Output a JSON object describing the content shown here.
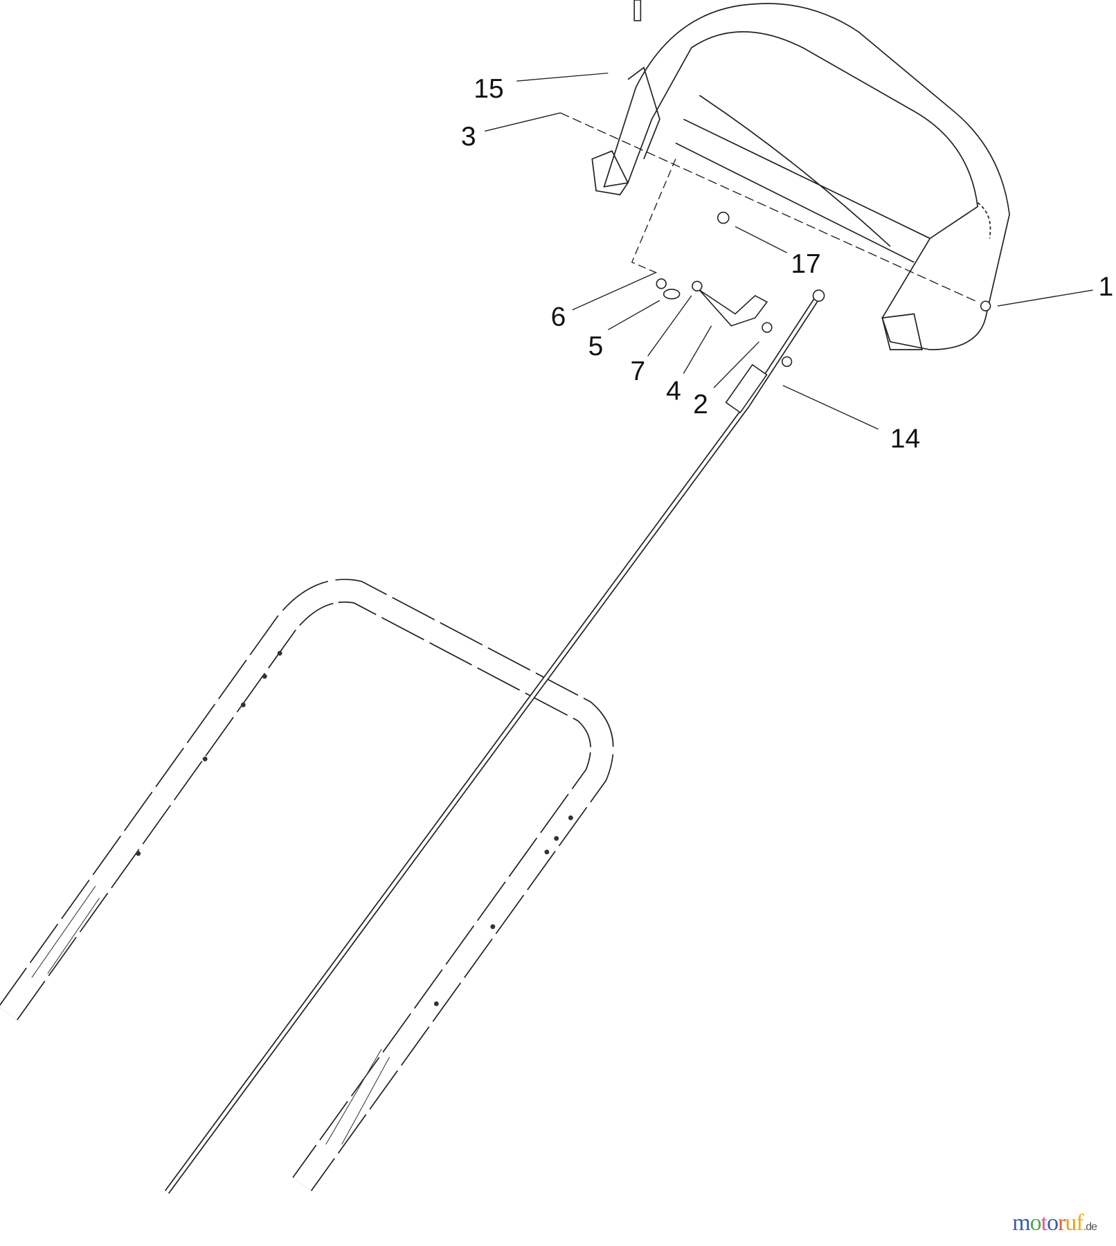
{
  "diagram": {
    "callouts": [
      {
        "id": "15",
        "label": "15"
      },
      {
        "id": "3",
        "label": "3"
      },
      {
        "id": "17",
        "label": "17"
      },
      {
        "id": "1",
        "label": "1"
      },
      {
        "id": "6",
        "label": "6"
      },
      {
        "id": "5",
        "label": "5"
      },
      {
        "id": "7",
        "label": "7"
      },
      {
        "id": "4",
        "label": "4"
      },
      {
        "id": "2",
        "label": "2"
      },
      {
        "id": "14",
        "label": "14"
      }
    ]
  },
  "watermark": {
    "letters": [
      "m",
      "o",
      "t",
      "o",
      "r",
      "u",
      "f"
    ],
    "colors": [
      "#3a5bb0",
      "#3a5bb0",
      "#4aa84a",
      "#e0559a",
      "#3a5bb0",
      "#e5602a",
      "#e8b21a"
    ],
    "suffix": ".de"
  }
}
